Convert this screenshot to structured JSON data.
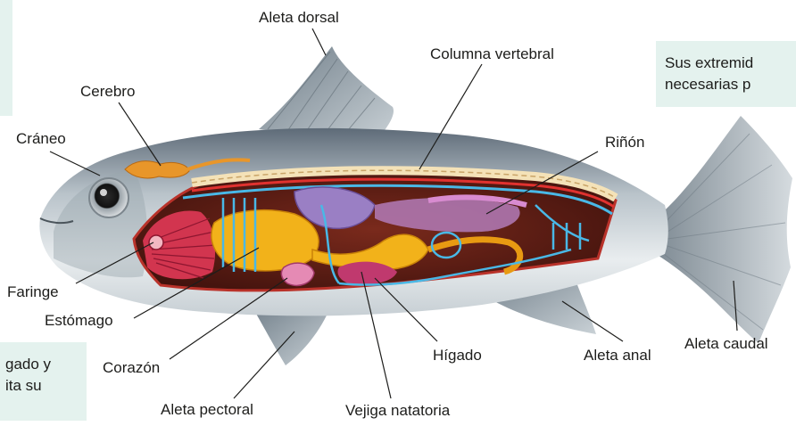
{
  "labels": {
    "aleta_dorsal": "Aleta dorsal",
    "columna_vertebral": "Columna vertebral",
    "cerebro": "Cerebro",
    "craneo": "Cráneo",
    "rinon": "Riñón",
    "faringe": "Faringe",
    "estomago": "Estómago",
    "corazon": "Corazón",
    "higado": "Hígado",
    "aleta_anal": "Aleta anal",
    "aleta_caudal": "Aleta caudal",
    "aleta_pectoral": "Aleta pectoral",
    "vejiga_natatoria": "Vejiga natatoria"
  },
  "side_notes": {
    "top_right_line1": "Sus extremid",
    "top_right_line2": "necesarias p",
    "bottom_left_line1": "gado y",
    "bottom_left_line2": "ita su"
  },
  "colors": {
    "panel": "#e4f2ee",
    "text": "#1d1d1b",
    "body_silver": "#aab5bd",
    "fin_gray": "#8e9aa3",
    "blood_vessel": "#49b8e6",
    "organ_yellow": "#f2b21a",
    "organ_purple": "#9a7fc4",
    "gill_red": "#d2354f",
    "cavity_dark": "#5a1a14",
    "spine_cream": "#f4e2b8"
  }
}
